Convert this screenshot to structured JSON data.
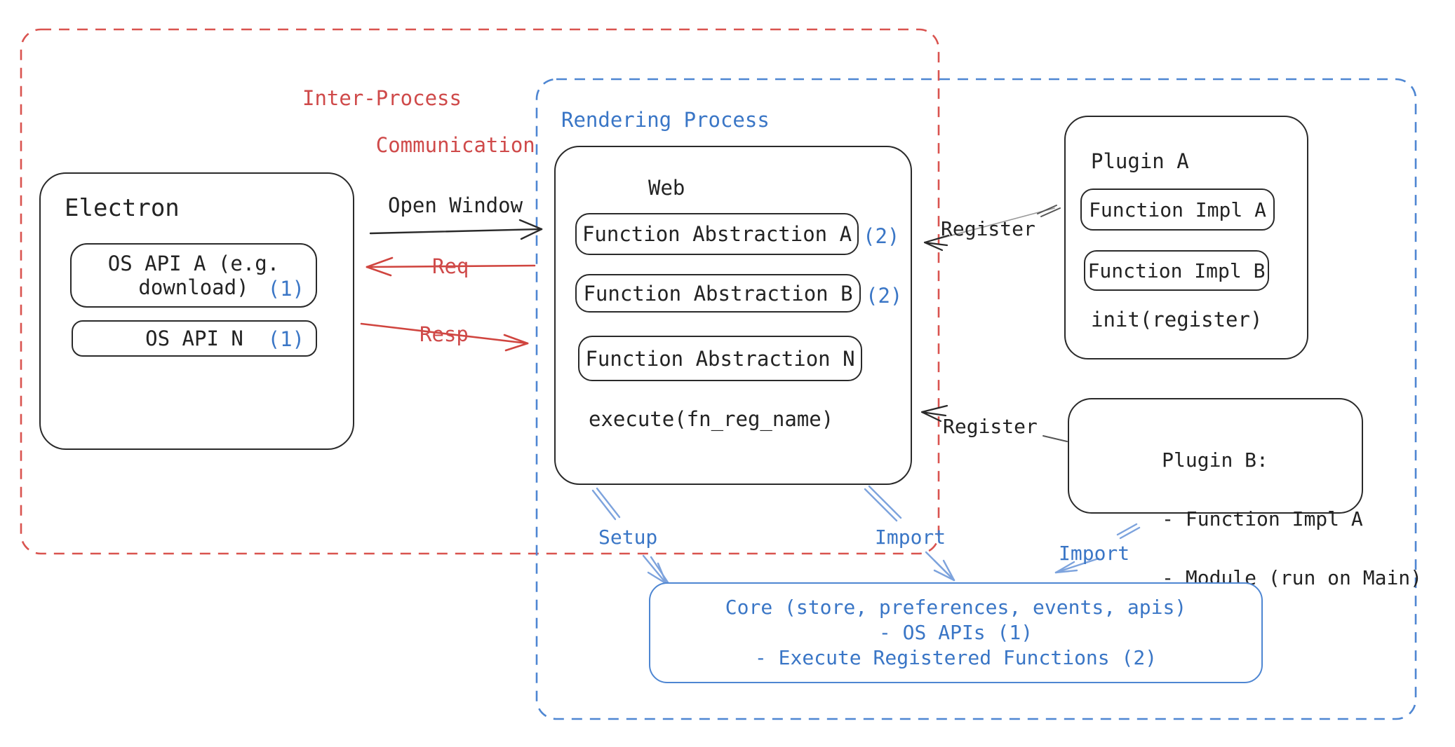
{
  "colors": {
    "red_accent": "#cf4a4a",
    "blue_accent": "#3a76c6",
    "blue_dash_border": "#4e86d2",
    "red_dash_border": "#d9534f",
    "ink": "#232323",
    "arrow_blue": "#7da3dd"
  },
  "ipc": {
    "label_line1": "Inter-Process",
    "label_line2": "Communication"
  },
  "rendering_process": {
    "label": "Rendering Process"
  },
  "electron": {
    "title": "Electron",
    "os_api_a": {
      "line1": "OS API A (e.g.",
      "line2": "download)",
      "badge": "(1)"
    },
    "os_api_n": {
      "label": "OS API N",
      "badge": "(1)"
    }
  },
  "web": {
    "title": "Web",
    "fn_a": {
      "label": "Function Abstraction A",
      "badge": "(2)"
    },
    "fn_b": {
      "label": "Function Abstraction B",
      "badge": "(2)"
    },
    "fn_n": {
      "label": "Function Abstraction N"
    },
    "execute": "execute(fn_reg_name)"
  },
  "plugin_a": {
    "title": "Plugin A",
    "impl_a": "Function Impl A",
    "impl_b": "Function Impl B",
    "init": "init(register)"
  },
  "plugin_b": {
    "title": "Plugin B:",
    "item1": "- Function Impl A",
    "item2": "- Module (run on Main)"
  },
  "core": {
    "line1": "Core (store, preferences, events, apis)",
    "line2": "- OS APIs (1)",
    "line3": "- Execute Registered Functions (2)"
  },
  "arrows": {
    "open_window": "Open Window",
    "req": "Req",
    "resp": "Resp",
    "register_top": "Register",
    "register_bottom": "Register",
    "setup": "Setup",
    "import_left": "Import",
    "import_right": "Import"
  }
}
